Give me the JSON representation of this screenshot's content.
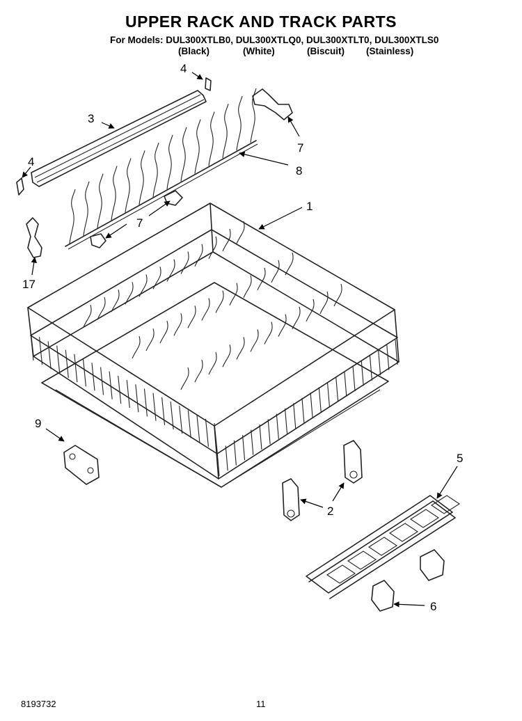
{
  "header": {
    "title": "UPPER RACK AND TRACK PARTS",
    "models_line": "For Models: DUL300XTLB0, DUL300XTLQ0, DUL300XTLT0, DUL300XTLS0",
    "variants": [
      "(Black)",
      "(White)",
      "(Biscuit)",
      "(Stainless)"
    ]
  },
  "callouts": [
    "4",
    "3",
    "7",
    "8",
    "4",
    "7",
    "1",
    "17",
    "9",
    "5",
    "2",
    "6"
  ],
  "footer": {
    "doc_number": "8193732",
    "page_number": "11"
  }
}
